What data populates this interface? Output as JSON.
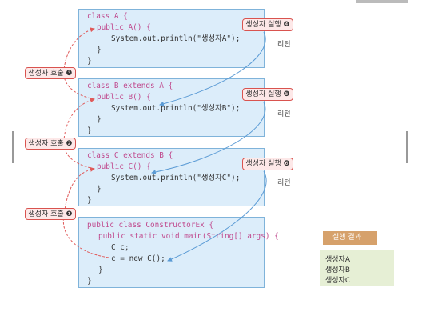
{
  "class_a": {
    "lines": [
      "class A {",
      "public A() {",
      "System.out.println(\"생성자A\");",
      "}",
      "}"
    ]
  },
  "class_b": {
    "lines": [
      "class B extends A {",
      "public B() {",
      "System.out.println(\"생성자B\");",
      "}",
      "}"
    ]
  },
  "class_c": {
    "lines": [
      "class C extends B {",
      "public C() {",
      "System.out.println(\"생성자C\");",
      "}",
      "}"
    ]
  },
  "main_class": {
    "lines": [
      "public class ConstructorEx {",
      "public static void main(String[] args) {",
      "C c;",
      "c = new C();",
      "}",
      "}"
    ]
  },
  "call_labels": [
    "생성자 호출 ❸",
    "생성자 호출 ❷",
    "생성자 호출 ❶"
  ],
  "exec_labels": [
    "생성자 실행 ❹",
    "생성자 실행 ❺",
    "생성자 실행 ❻"
  ],
  "return_label": "리턴",
  "result": {
    "tag": "실행 결과",
    "lines": [
      "생성자A",
      "생성자B",
      "생성자C"
    ]
  },
  "colors": {
    "code_box_fill": "#dcedfa",
    "code_box_border": "#7fb3da",
    "call_arrow": "#e05a5a",
    "return_arrow": "#5b9bd5",
    "result_tag": "#d6a16b",
    "result_box": "#e6efd5"
  }
}
